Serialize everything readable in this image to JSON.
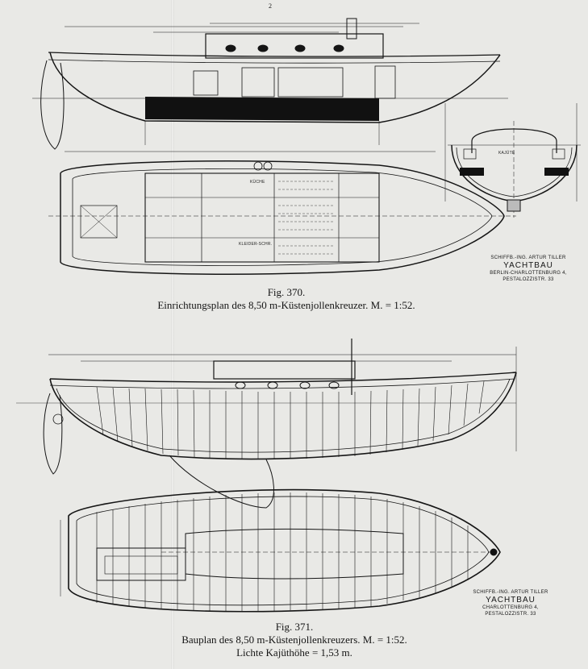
{
  "page_number": "2",
  "fig370": {
    "number": "Fig. 370.",
    "caption": "Einrichtungsplan des 8,50 m-Küstenjollenkreuzer. M. = 1:52."
  },
  "fig371": {
    "number": "Fig. 371.",
    "caption": "Bauplan des 8,50 m-Küstenjollenkreuzers. M. = 1:52.",
    "headroom": "Lichte Kajüthöhe = 1,53 m."
  },
  "stamp_top": {
    "line1": "SCHIFFB.-ING. ARTUR TILLER",
    "line2": "YACHTBAU",
    "line3": "BERLIN-CHARLOTTENBURG 4, PESTALOZZISTR. 33"
  },
  "stamp_bottom": {
    "line1": "SCHIFFB.-ING. ARTUR TILLER",
    "line2": "YACHTBAU",
    "line3": "CHARLOTTENBURG 4, PESTALOZZISTR. 33"
  },
  "section_labels": {
    "kajute": "KAJÜTE"
  },
  "plan_labels": {
    "kuche": "KÜCHE",
    "kleiderschrank": "KLEIDER-SCHR."
  },
  "colors": {
    "paper": "#e9e9e6",
    "ink": "#151515",
    "fill_dark": "#111111"
  }
}
